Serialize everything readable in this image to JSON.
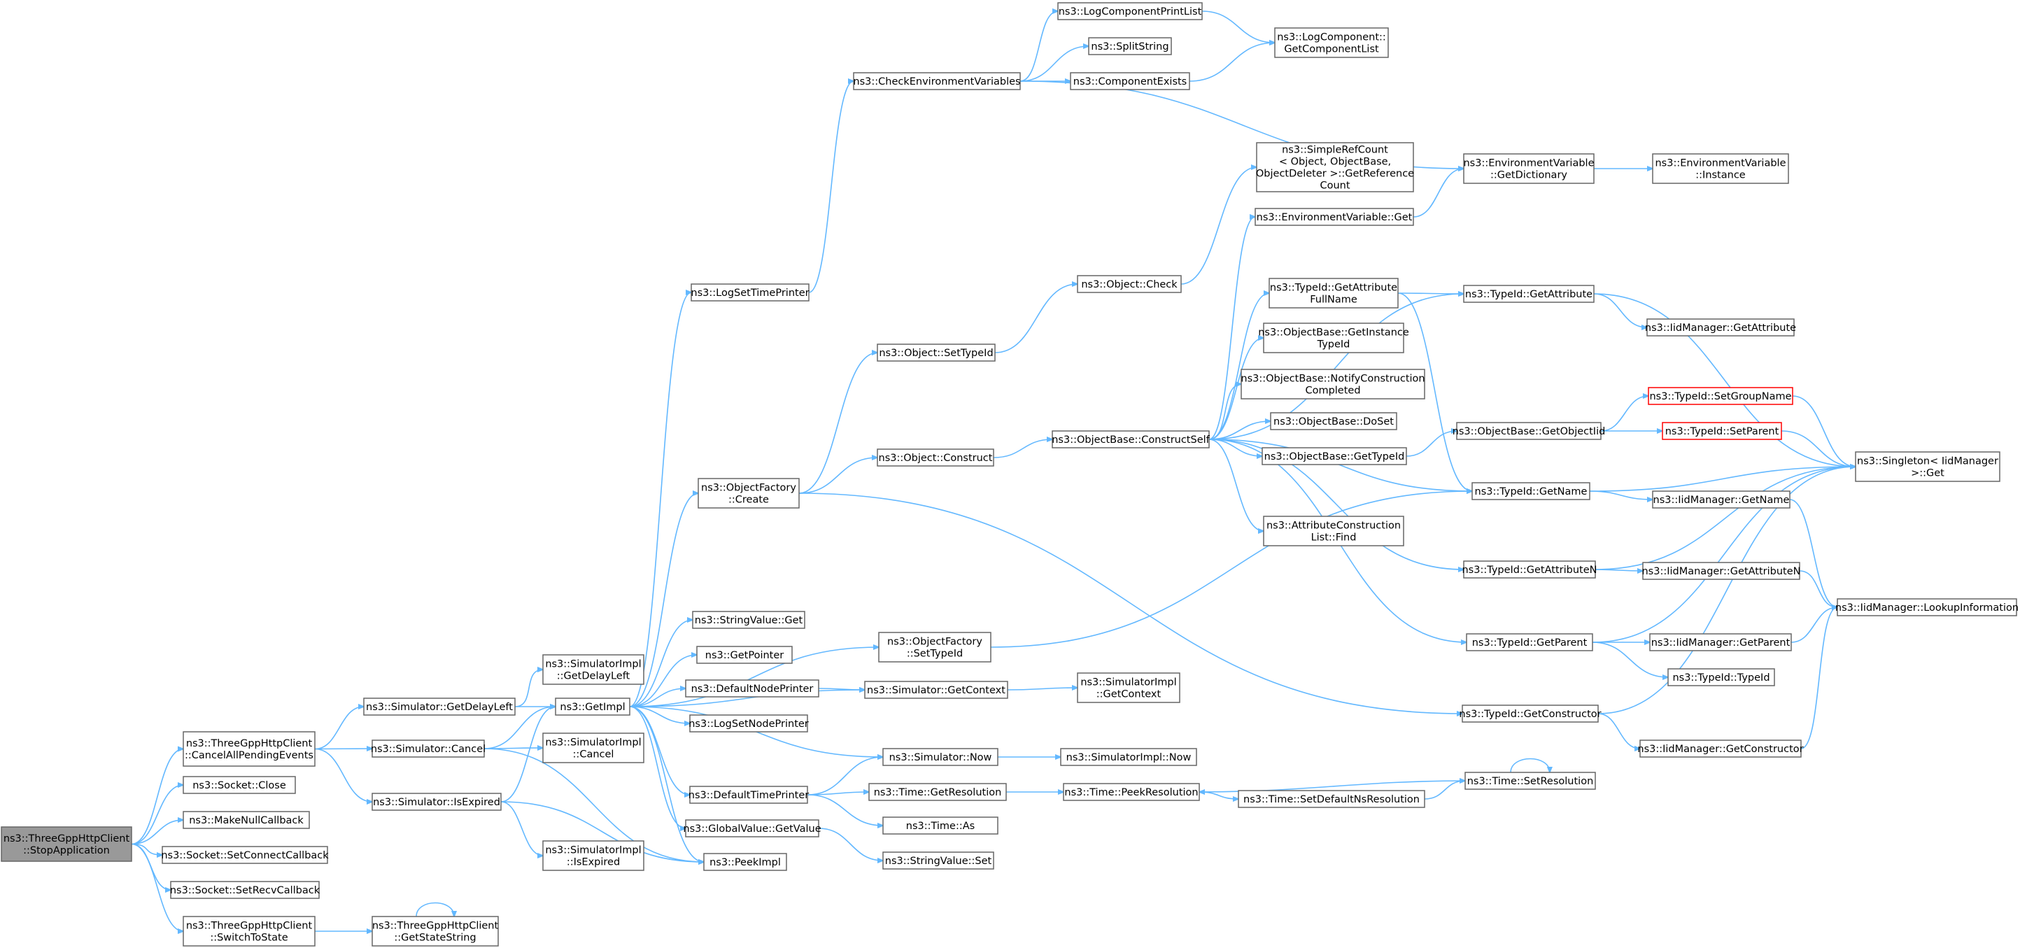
{
  "nodes": [
    {
      "id": "stopApp",
      "lines": [
        "ns3::ThreeGppHttpClient",
        "::StopApplication"
      ],
      "root": true
    },
    {
      "id": "cancelAll",
      "lines": [
        "ns3::ThreeGppHttpClient",
        "::CancelAllPendingEvents"
      ]
    },
    {
      "id": "sockClose",
      "lines": [
        "ns3::Socket::Close"
      ]
    },
    {
      "id": "makeNull",
      "lines": [
        "ns3::MakeNullCallback"
      ]
    },
    {
      "id": "setConnCb",
      "lines": [
        "ns3::Socket::SetConnectCallback"
      ]
    },
    {
      "id": "setRecvCb",
      "lines": [
        "ns3::Socket::SetRecvCallback"
      ]
    },
    {
      "id": "switchTo",
      "lines": [
        "ns3::ThreeGppHttpClient",
        "::SwitchToState"
      ]
    },
    {
      "id": "getDelayLeft",
      "lines": [
        "ns3::Simulator::GetDelayLeft"
      ]
    },
    {
      "id": "simCancel",
      "lines": [
        "ns3::Simulator::Cancel"
      ]
    },
    {
      "id": "isExpired",
      "lines": [
        "ns3::Simulator::IsExpired"
      ]
    },
    {
      "id": "getStateStr",
      "lines": [
        "ns3::ThreeGppHttpClient",
        "::GetStateString"
      ]
    },
    {
      "id": "implDelayLeft",
      "lines": [
        "ns3::SimulatorImpl",
        "::GetDelayLeft"
      ]
    },
    {
      "id": "getImpl",
      "lines": [
        "ns3::GetImpl"
      ]
    },
    {
      "id": "implCancel",
      "lines": [
        "ns3::SimulatorImpl",
        "::Cancel"
      ]
    },
    {
      "id": "implIsExpired",
      "lines": [
        "ns3::SimulatorImpl",
        "::IsExpired"
      ]
    },
    {
      "id": "peekImpl",
      "lines": [
        "ns3::PeekImpl"
      ]
    },
    {
      "id": "logSetTime",
      "lines": [
        "ns3::LogSetTimePrinter"
      ]
    },
    {
      "id": "objFacCreate",
      "lines": [
        "ns3::ObjectFactory",
        "::Create"
      ]
    },
    {
      "id": "strValGet",
      "lines": [
        "ns3::StringValue::Get"
      ]
    },
    {
      "id": "getPointer",
      "lines": [
        "ns3::GetPointer"
      ]
    },
    {
      "id": "defNodePr",
      "lines": [
        "ns3::DefaultNodePrinter"
      ]
    },
    {
      "id": "logSetNode",
      "lines": [
        "ns3::LogSetNodePrinter"
      ]
    },
    {
      "id": "defTimePr",
      "lines": [
        "ns3::DefaultTimePrinter"
      ]
    },
    {
      "id": "globalGet",
      "lines": [
        "ns3::GlobalValue::GetValue"
      ]
    },
    {
      "id": "checkEnv",
      "lines": [
        "ns3::CheckEnvironmentVariables"
      ]
    },
    {
      "id": "objSetTypeId",
      "lines": [
        "ns3::Object::SetTypeId"
      ]
    },
    {
      "id": "objConstruct",
      "lines": [
        "ns3::Object::Construct"
      ]
    },
    {
      "id": "facSetTypeId",
      "lines": [
        "ns3::ObjectFactory",
        "::SetTypeId"
      ]
    },
    {
      "id": "simGetCtx",
      "lines": [
        "ns3::Simulator::GetContext"
      ]
    },
    {
      "id": "simNow",
      "lines": [
        "ns3::Simulator::Now"
      ]
    },
    {
      "id": "timeGetRes",
      "lines": [
        "ns3::Time::GetResolution"
      ]
    },
    {
      "id": "timeAs",
      "lines": [
        "ns3::Time::As"
      ]
    },
    {
      "id": "strValSet",
      "lines": [
        "ns3::StringValue::Set"
      ]
    },
    {
      "id": "logCompPrint",
      "lines": [
        "ns3::LogComponentPrintList"
      ]
    },
    {
      "id": "splitStr",
      "lines": [
        "ns3::SplitString"
      ]
    },
    {
      "id": "compExists",
      "lines": [
        "ns3::ComponentExists"
      ]
    },
    {
      "id": "objCheck",
      "lines": [
        "ns3::Object::Check"
      ]
    },
    {
      "id": "constructSelf",
      "lines": [
        "ns3::ObjectBase::ConstructSelf"
      ]
    },
    {
      "id": "implGetCtx",
      "lines": [
        "ns3::SimulatorImpl",
        "::GetContext"
      ]
    },
    {
      "id": "implNow",
      "lines": [
        "ns3::SimulatorImpl::Now"
      ]
    },
    {
      "id": "peekRes",
      "lines": [
        "ns3::Time::PeekResolution"
      ]
    },
    {
      "id": "logCompList",
      "lines": [
        "ns3::LogComponent::",
        "GetComponentList"
      ]
    },
    {
      "id": "simpleRef",
      "lines": [
        "ns3::SimpleRefCount",
        "< Object, ObjectBase,",
        "ObjectDeleter >::GetReference",
        "Count"
      ]
    },
    {
      "id": "envVarGet",
      "lines": [
        "ns3::EnvironmentVariable::Get"
      ]
    },
    {
      "id": "attrFullName",
      "lines": [
        "ns3::TypeId::GetAttribute",
        "FullName"
      ]
    },
    {
      "id": "getInstTid",
      "lines": [
        "ns3::ObjectBase::GetInstance",
        "TypeId"
      ]
    },
    {
      "id": "notifyCC",
      "lines": [
        "ns3::ObjectBase::NotifyConstruction",
        "Completed"
      ]
    },
    {
      "id": "doSet",
      "lines": [
        "ns3::ObjectBase::DoSet"
      ]
    },
    {
      "id": "obGetTid",
      "lines": [
        "ns3::ObjectBase::GetTypeId"
      ]
    },
    {
      "id": "attrConsFind",
      "lines": [
        "ns3::AttributeConstruction",
        "List::Find"
      ]
    },
    {
      "id": "setDefNs",
      "lines": [
        "ns3::Time::SetDefaultNsResolution"
      ]
    },
    {
      "id": "envGetDict",
      "lines": [
        "ns3::EnvironmentVariable",
        "::GetDictionary"
      ]
    },
    {
      "id": "tidGetAttr",
      "lines": [
        "ns3::TypeId::GetAttribute"
      ]
    },
    {
      "id": "getObjTid",
      "lines": [
        "ns3::ObjectBase::GetObjectIid"
      ]
    },
    {
      "id": "tidGetName",
      "lines": [
        "ns3::TypeId::GetName"
      ]
    },
    {
      "id": "tidGetAttrN",
      "lines": [
        "ns3::TypeId::GetAttributeN"
      ]
    },
    {
      "id": "tidGetParent",
      "lines": [
        "ns3::TypeId::GetParent"
      ]
    },
    {
      "id": "tidGetCons",
      "lines": [
        "ns3::TypeId::GetConstructor"
      ]
    },
    {
      "id": "timeSetRes",
      "lines": [
        "ns3::Time::SetResolution"
      ]
    },
    {
      "id": "envInstance",
      "lines": [
        "ns3::EnvironmentVariable",
        "::Instance"
      ]
    },
    {
      "id": "iidGetAttr",
      "lines": [
        "ns3::IidManager::GetAttribute"
      ]
    },
    {
      "id": "setGroupName",
      "lines": [
        "ns3::TypeId::SetGroupName"
      ],
      "red": true
    },
    {
      "id": "setParent",
      "lines": [
        "ns3::TypeId::SetParent"
      ],
      "red": true
    },
    {
      "id": "iidGetName",
      "lines": [
        "ns3::IidManager::GetName"
      ]
    },
    {
      "id": "iidGetAttrN",
      "lines": [
        "ns3::IidManager::GetAttributeN"
      ]
    },
    {
      "id": "iidGetParent",
      "lines": [
        "ns3::IidManager::GetParent"
      ]
    },
    {
      "id": "tidTypeId",
      "lines": [
        "ns3::TypeId::TypeId"
      ]
    },
    {
      "id": "iidGetCons",
      "lines": [
        "ns3::IidManager::GetConstructor"
      ]
    },
    {
      "id": "singletonGet",
      "lines": [
        "ns3::Singleton< IidManager",
        ">::Get"
      ]
    },
    {
      "id": "lookupInfo",
      "lines": [
        "ns3::IidManager::LookupInformation"
      ]
    }
  ],
  "edges": [
    [
      "stopApp",
      "cancelAll"
    ],
    [
      "stopApp",
      "sockClose"
    ],
    [
      "stopApp",
      "makeNull"
    ],
    [
      "stopApp",
      "setConnCb"
    ],
    [
      "stopApp",
      "setRecvCb"
    ],
    [
      "stopApp",
      "switchTo"
    ],
    [
      "cancelAll",
      "getDelayLeft"
    ],
    [
      "cancelAll",
      "simCancel"
    ],
    [
      "cancelAll",
      "isExpired"
    ],
    [
      "switchTo",
      "getStateStr"
    ],
    [
      "getStateStr",
      "getStateStr"
    ],
    [
      "getDelayLeft",
      "implDelayLeft"
    ],
    [
      "getDelayLeft",
      "getImpl"
    ],
    [
      "simCancel",
      "getImpl"
    ],
    [
      "simCancel",
      "implCancel"
    ],
    [
      "simCancel",
      "peekImpl"
    ],
    [
      "isExpired",
      "getImpl"
    ],
    [
      "isExpired",
      "implIsExpired"
    ],
    [
      "isExpired",
      "peekImpl"
    ],
    [
      "getImpl",
      "logSetTime"
    ],
    [
      "getImpl",
      "objFacCreate"
    ],
    [
      "getImpl",
      "strValGet"
    ],
    [
      "getImpl",
      "getPointer"
    ],
    [
      "getImpl",
      "defNodePr"
    ],
    [
      "getImpl",
      "logSetNode"
    ],
    [
      "getImpl",
      "defTimePr"
    ],
    [
      "getImpl",
      "globalGet"
    ],
    [
      "getImpl",
      "peekImpl"
    ],
    [
      "getImpl",
      "facSetTypeId"
    ],
    [
      "getImpl",
      "simGetCtx"
    ],
    [
      "getImpl",
      "simNow"
    ],
    [
      "logSetTime",
      "checkEnv"
    ],
    [
      "checkEnv",
      "logCompPrint"
    ],
    [
      "checkEnv",
      "splitStr"
    ],
    [
      "checkEnv",
      "compExists"
    ],
    [
      "checkEnv",
      "envGetDict"
    ],
    [
      "logCompPrint",
      "logCompList"
    ],
    [
      "compExists",
      "logCompList"
    ],
    [
      "objFacCreate",
      "objSetTypeId"
    ],
    [
      "objFacCreate",
      "objConstruct"
    ],
    [
      "objFacCreate",
      "tidGetCons"
    ],
    [
      "objSetTypeId",
      "objCheck"
    ],
    [
      "objCheck",
      "simpleRef"
    ],
    [
      "objConstruct",
      "constructSelf"
    ],
    [
      "facSetTypeId",
      "tidGetName"
    ],
    [
      "defNodePr",
      "simGetCtx"
    ],
    [
      "simGetCtx",
      "implGetCtx"
    ],
    [
      "defTimePr",
      "simNow"
    ],
    [
      "defTimePr",
      "timeGetRes"
    ],
    [
      "defTimePr",
      "timeAs"
    ],
    [
      "simNow",
      "implNow"
    ],
    [
      "globalGet",
      "strValSet"
    ],
    [
      "timeGetRes",
      "peekRes"
    ],
    [
      "peekRes",
      "setDefNs"
    ],
    [
      "setDefNs",
      "timeSetRes"
    ],
    [
      "timeSetRes",
      "peekRes"
    ],
    [
      "timeSetRes",
      "timeSetRes"
    ],
    [
      "constructSelf",
      "envVarGet"
    ],
    [
      "constructSelf",
      "attrFullName"
    ],
    [
      "constructSelf",
      "getInstTid"
    ],
    [
      "constructSelf",
      "notifyCC"
    ],
    [
      "constructSelf",
      "doSet"
    ],
    [
      "constructSelf",
      "obGetTid"
    ],
    [
      "constructSelf",
      "attrConsFind"
    ],
    [
      "constructSelf",
      "tidGetAttr"
    ],
    [
      "constructSelf",
      "tidGetName"
    ],
    [
      "constructSelf",
      "tidGetAttrN"
    ],
    [
      "constructSelf",
      "tidGetParent"
    ],
    [
      "envVarGet",
      "envGetDict"
    ],
    [
      "envGetDict",
      "envInstance"
    ],
    [
      "attrFullName",
      "tidGetAttr"
    ],
    [
      "attrFullName",
      "tidGetName"
    ],
    [
      "obGetTid",
      "getObjTid"
    ],
    [
      "getObjTid",
      "setGroupName"
    ],
    [
      "getObjTid",
      "setParent"
    ],
    [
      "tidGetAttr",
      "iidGetAttr"
    ],
    [
      "tidGetAttr",
      "singletonGet"
    ],
    [
      "tidGetName",
      "iidGetName"
    ],
    [
      "tidGetName",
      "singletonGet"
    ],
    [
      "tidGetAttrN",
      "iidGetAttrN"
    ],
    [
      "tidGetAttrN",
      "singletonGet"
    ],
    [
      "tidGetParent",
      "iidGetParent"
    ],
    [
      "tidGetParent",
      "tidTypeId"
    ],
    [
      "tidGetParent",
      "singletonGet"
    ],
    [
      "tidGetCons",
      "iidGetCons"
    ],
    [
      "tidGetCons",
      "singletonGet"
    ],
    [
      "setGroupName",
      "singletonGet"
    ],
    [
      "setParent",
      "singletonGet"
    ],
    [
      "iidGetName",
      "lookupInfo"
    ],
    [
      "iidGetAttrN",
      "lookupInfo"
    ],
    [
      "iidGetParent",
      "lookupInfo"
    ],
    [
      "iidGetCons",
      "lookupInfo"
    ]
  ]
}
